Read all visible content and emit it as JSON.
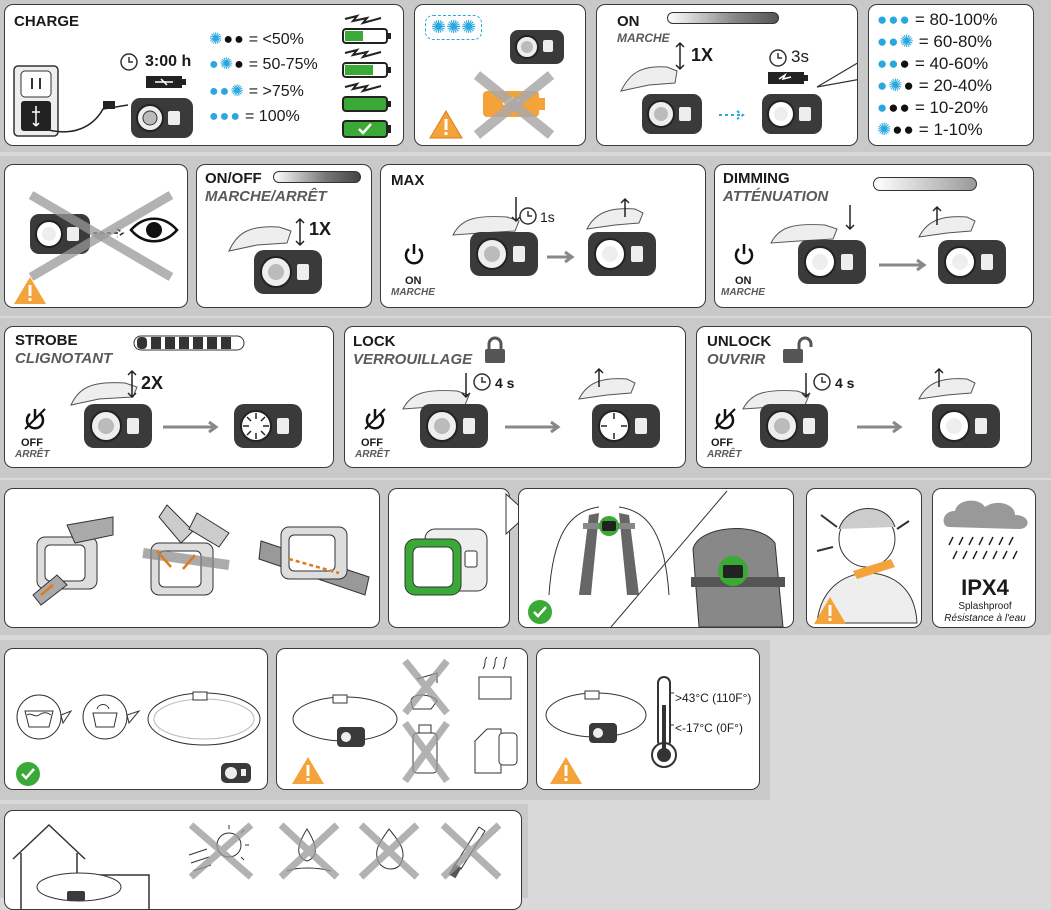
{
  "colors": {
    "accent_blue": "#29a8df",
    "warning_orange": "#f4a33a",
    "ok_green": "#3aa935",
    "battery_green": "#3aa935",
    "battery_orange": "#f4a33a"
  },
  "charge": {
    "title": "CHARGE",
    "time": "3:00 h",
    "levels": [
      {
        "label": "= <50%"
      },
      {
        "label": "= 50-75%"
      },
      {
        "label": "= >75%"
      },
      {
        "label": "= 100%"
      }
    ]
  },
  "on": {
    "title": "ON",
    "subtitle": "MARCHE",
    "press": "1X",
    "hold": "3s"
  },
  "battery_levels": [
    "= 80-100%",
    "= 60-80%",
    "= 40-60%",
    "= 20-40%",
    "= 10-20%",
    "= 1-10%"
  ],
  "onoff": {
    "title": "ON/OFF",
    "subtitle": "MARCHE/ARRÊT",
    "press": "1X"
  },
  "max": {
    "title": "MAX",
    "hold": "1s",
    "on": "ON",
    "on_fr": "MARCHE"
  },
  "dimming": {
    "title": "DIMMING",
    "subtitle": "ATTÉNUATION",
    "on": "ON",
    "on_fr": "MARCHE"
  },
  "strobe": {
    "title": "STROBE",
    "subtitle": "CLIGNOTANT",
    "press": "2X",
    "off": "OFF",
    "off_fr": "ARRÊT"
  },
  "lock": {
    "title": "LOCK",
    "subtitle": "VERROUILLAGE",
    "hold": "4 s",
    "off": "OFF",
    "off_fr": "ARRÊT"
  },
  "unlock": {
    "title": "UNLOCK",
    "subtitle": "OUVRIR",
    "hold": "4 s",
    "off": "OFF",
    "off_fr": "ARRÊT"
  },
  "ipx": {
    "rating": "IPX4",
    "en": "Splashproof",
    "fr": "Résistance à l'eau"
  },
  "temps": {
    "high": ">43°C (110F°)",
    "low": "<-17°C (0F°)"
  }
}
